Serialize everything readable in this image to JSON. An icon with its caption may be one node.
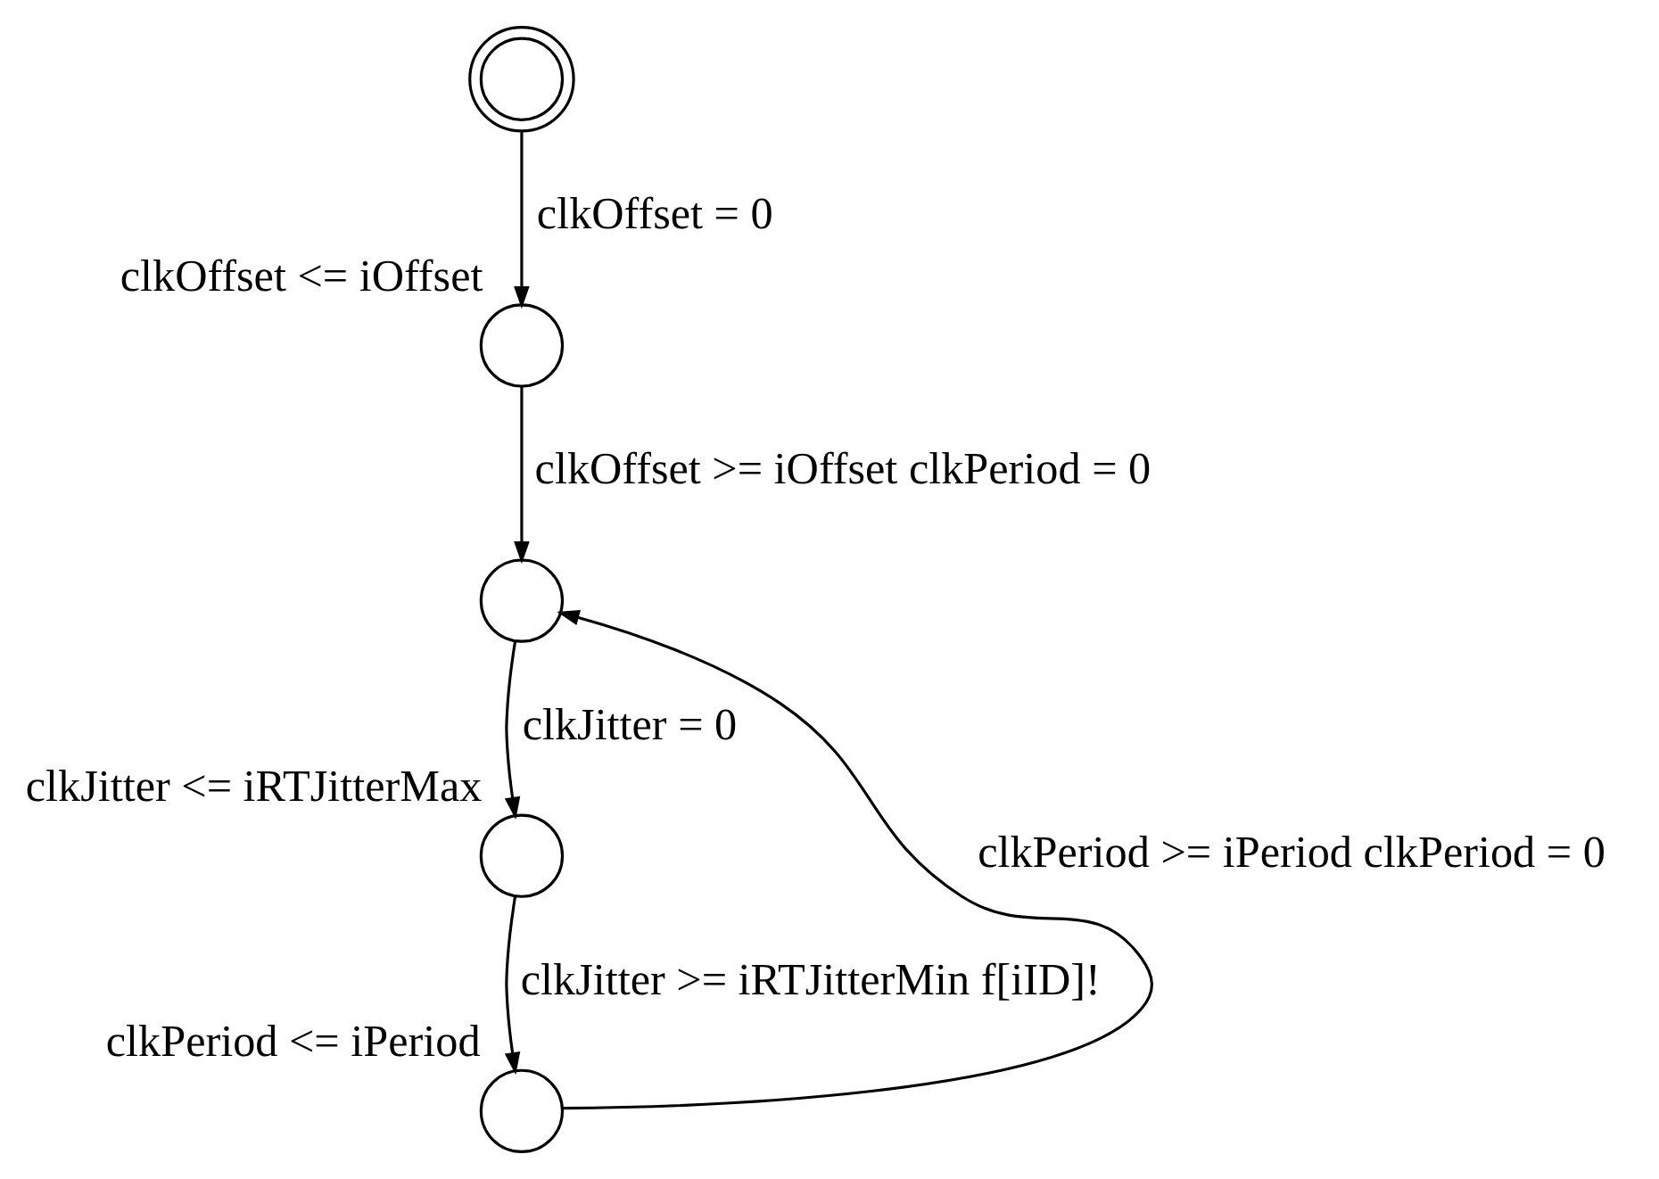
{
  "diagram": {
    "nodes": [
      {
        "text": [],
        "shape": "circle"
      },
      {
        "text": [],
        "shape": "circle",
        "beside": [
          "clkOffset <= iOffset"
        ]
      },
      {
        "text": [],
        "shape": "circle"
      },
      {
        "text": [],
        "shape": "circle",
        "beside": [
          "clkJitter <= iRTJitterMax"
        ]
      },
      {
        "text": [],
        "shape": "circle",
        "beside": [
          "clkPeriod <= iPeriod"
        ]
      }
    ],
    "edges": [
      {
        "from": 0,
        "to": 1,
        "arrow": "to",
        "label": "clkOffset = 0"
      },
      {
        "from": 1,
        "to": 2,
        "arrow": "to",
        "label": "clkOffset >= iOffset clkPeriod = 0"
      },
      {
        "from": 2,
        "to": 3,
        "arrow": "to",
        "label": "clkJitter = 0"
      },
      {
        "from": 3,
        "to": 4,
        "arrow": "to",
        "label": "clkJitter >= iRTJitterMin f[iID]!"
      },
      {
        "from": 4,
        "to": 2,
        "arrow": "to",
        "label": "clkPeriod >= iPeriod clkPeriod = 0"
      }
    ]
  }
}
